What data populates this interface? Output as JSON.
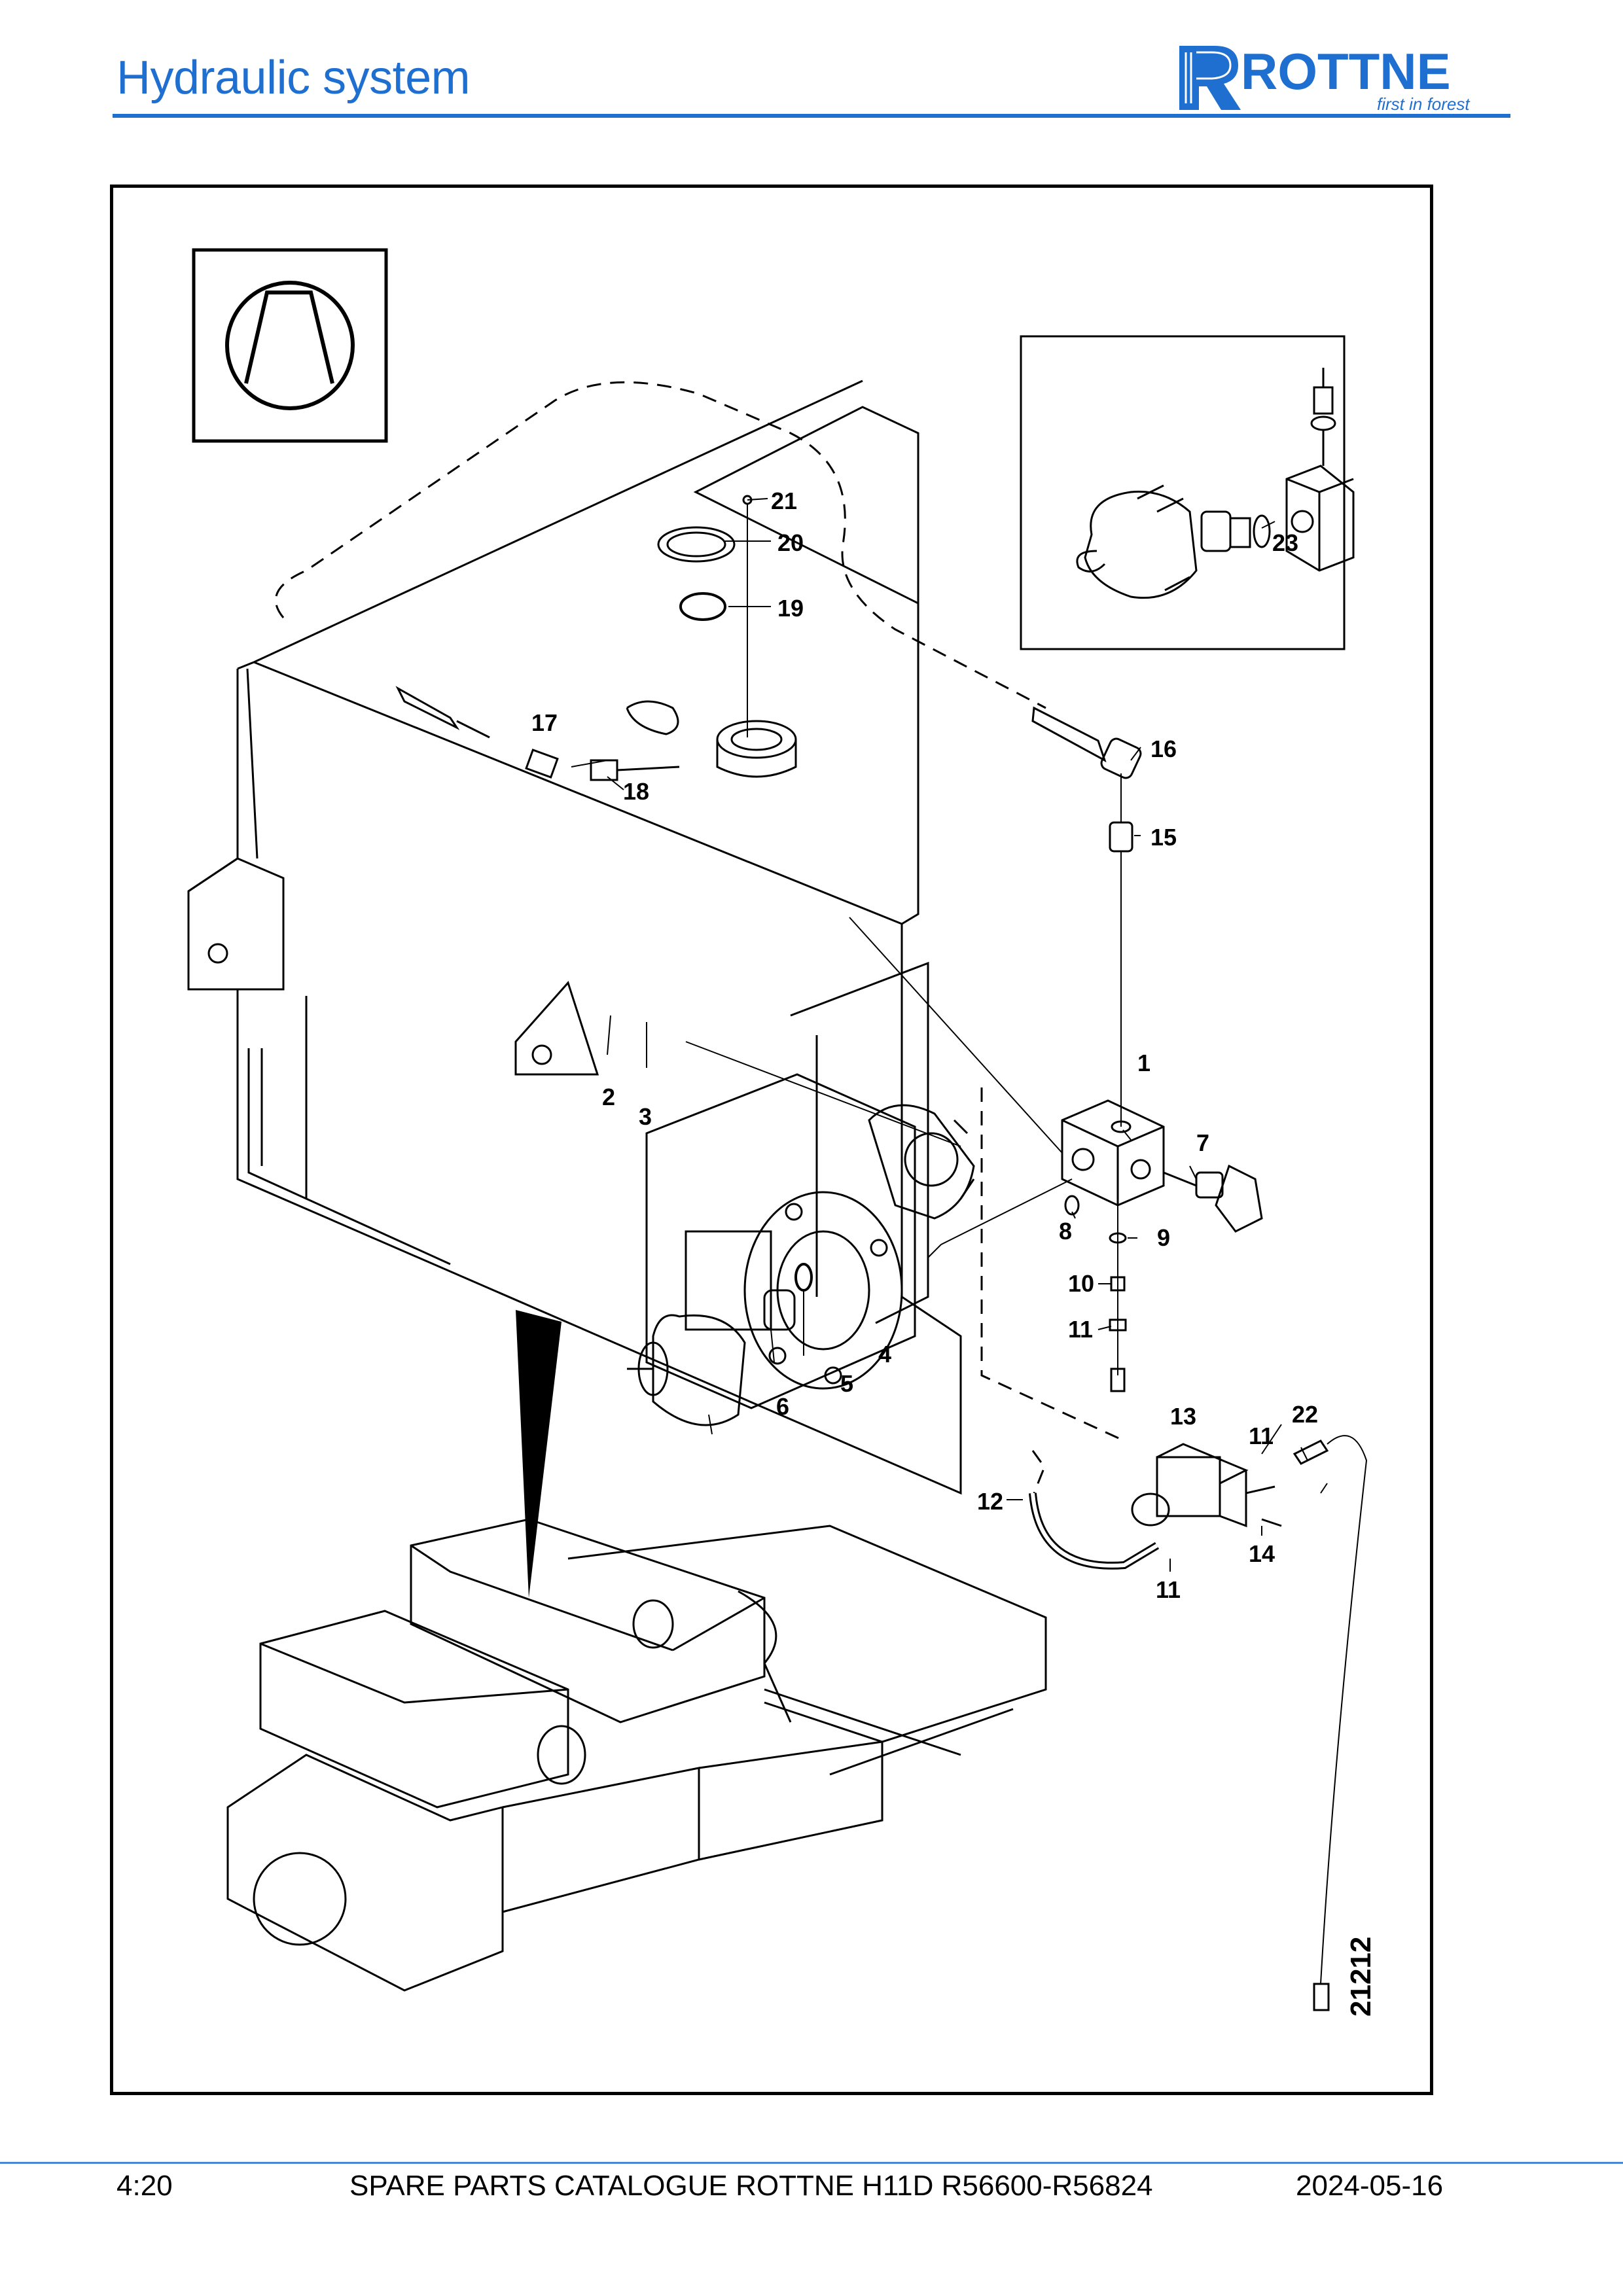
{
  "header": {
    "title": "Hydraulic system",
    "brand": "ROTTNE",
    "tagline": "first in forest"
  },
  "colors": {
    "accent": "#1f6fd1"
  },
  "drawing": {
    "doc_number": "21212",
    "callouts": [
      "1",
      "2",
      "3",
      "4",
      "5",
      "6",
      "7",
      "8",
      "9",
      "10",
      "11",
      "11",
      "11",
      "12",
      "13",
      "14",
      "15",
      "16",
      "17",
      "18",
      "19",
      "20",
      "21",
      "22",
      "23"
    ]
  },
  "footer": {
    "page": "4:20",
    "catalogue": "SPARE PARTS CATALOGUE ROTTNE H11D R56600-R56824",
    "date": "2024-05-16"
  }
}
